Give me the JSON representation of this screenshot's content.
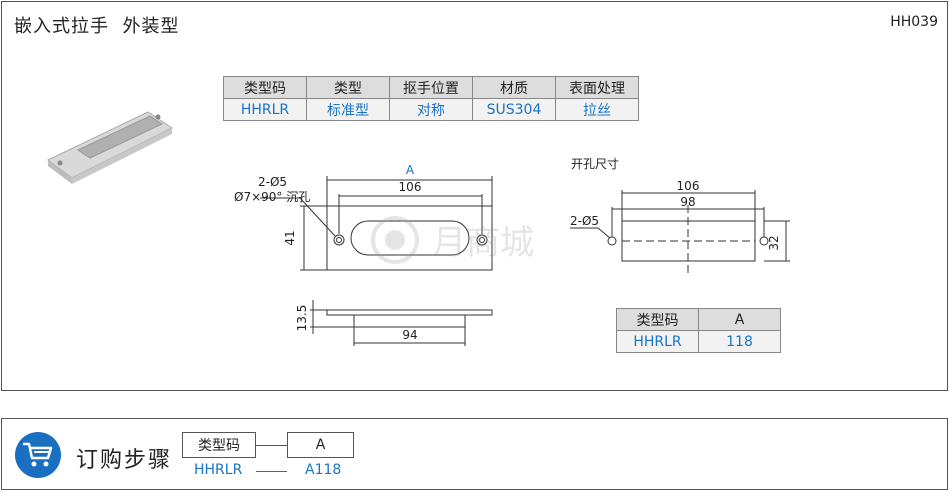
{
  "header": {
    "title": "嵌入式拉手  外装型",
    "code": "HH039"
  },
  "spec_table": {
    "headers": [
      "类型码",
      "类型",
      "抠手位置",
      "材质",
      "表面处理"
    ],
    "row": [
      "HHRLR",
      "标准型",
      "对称",
      "SUS304",
      "拉丝"
    ]
  },
  "drawing": {
    "front": {
      "dim_a": "A",
      "dim_106": "106",
      "hole_label": "2-Ø5",
      "countersink_label": "Ø7×90° 沉孔",
      "dim_41": "41"
    },
    "side": {
      "dim_13_5": "13.5",
      "dim_94": "94"
    },
    "cutout": {
      "title": "开孔尺寸",
      "dim_106": "106",
      "dim_98": "98",
      "hole_label": "2-Ø5",
      "dim_32": "32"
    }
  },
  "size_table": {
    "headers": [
      "类型码",
      "A"
    ],
    "row": [
      "HHRLR",
      "118"
    ]
  },
  "order": {
    "title": "订购步骤",
    "box1": "类型码",
    "box2": "A",
    "val1": "HHRLR",
    "val2": "A118"
  },
  "colors": {
    "accent": "#1a73c8",
    "cart_bg": "#1a6fc0"
  },
  "icons": {
    "cart": "shopping-cart-icon"
  }
}
